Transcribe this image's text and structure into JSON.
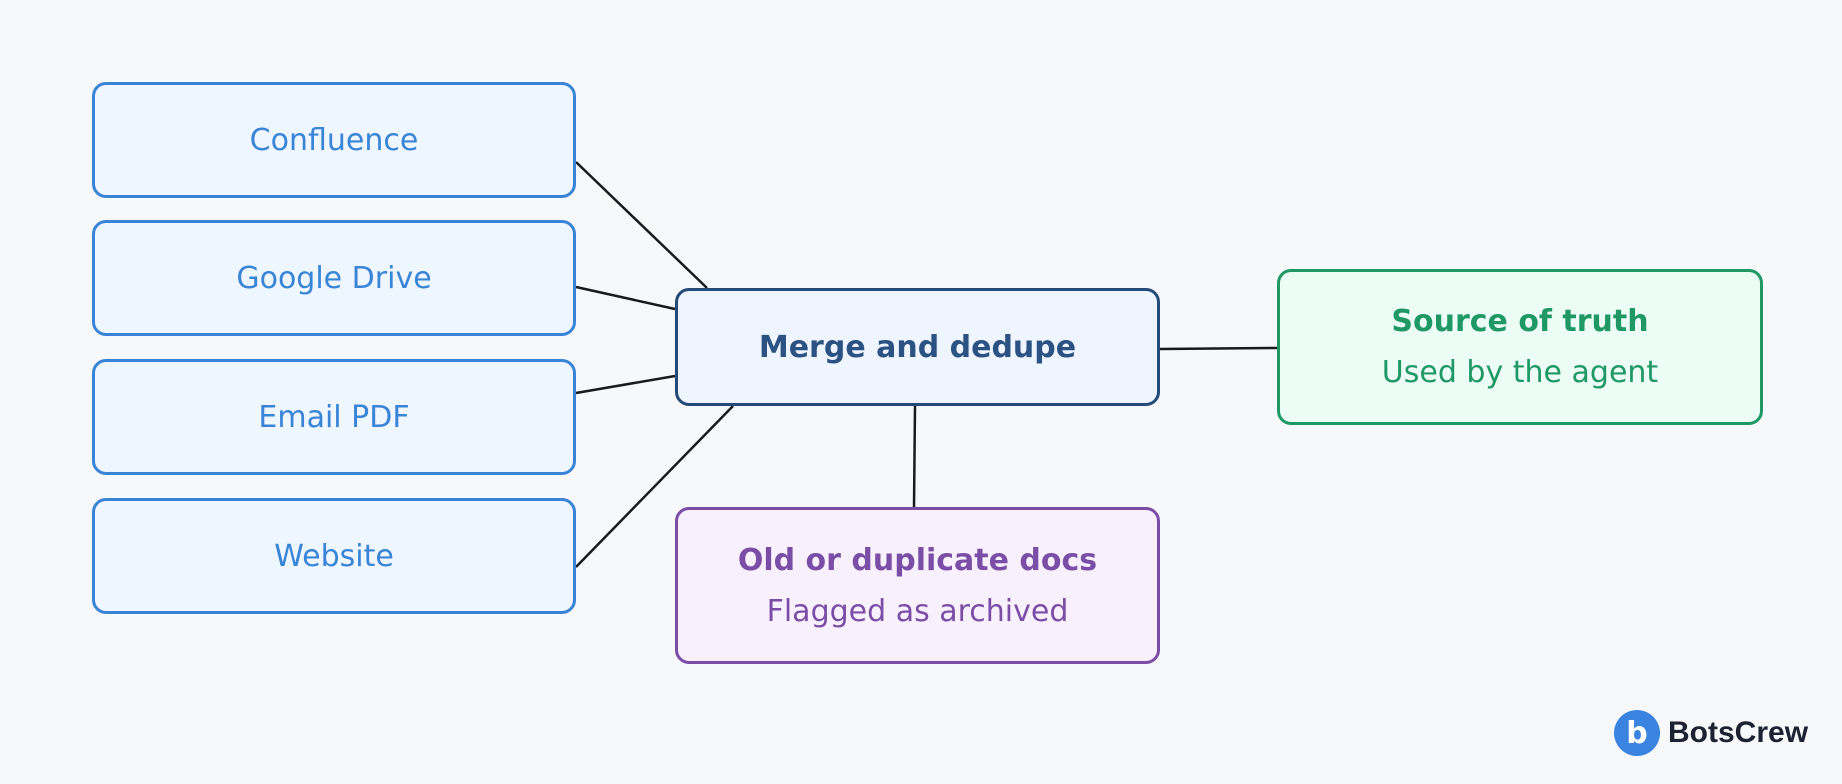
{
  "diagram": {
    "sources": [
      {
        "label": "Confluence"
      },
      {
        "label": "Google Drive"
      },
      {
        "label": "Email PDF"
      },
      {
        "label": "Website"
      }
    ],
    "merge": {
      "label": "Merge and dedupe"
    },
    "truth": {
      "title": "Source of truth",
      "subtitle": "Used by the agent"
    },
    "archive": {
      "title": "Old or duplicate docs",
      "subtitle": "Flagged as archived"
    }
  },
  "brand": {
    "name": "BotsCrew",
    "mark": "b",
    "color": "#3a84e0"
  },
  "colors": {
    "source": "#3a84d8",
    "merge": "#244a78",
    "truth": "#1f9866",
    "archive": "#7a4ea6",
    "connector": "#1a1a1a",
    "background": "#f7f8fa"
  }
}
